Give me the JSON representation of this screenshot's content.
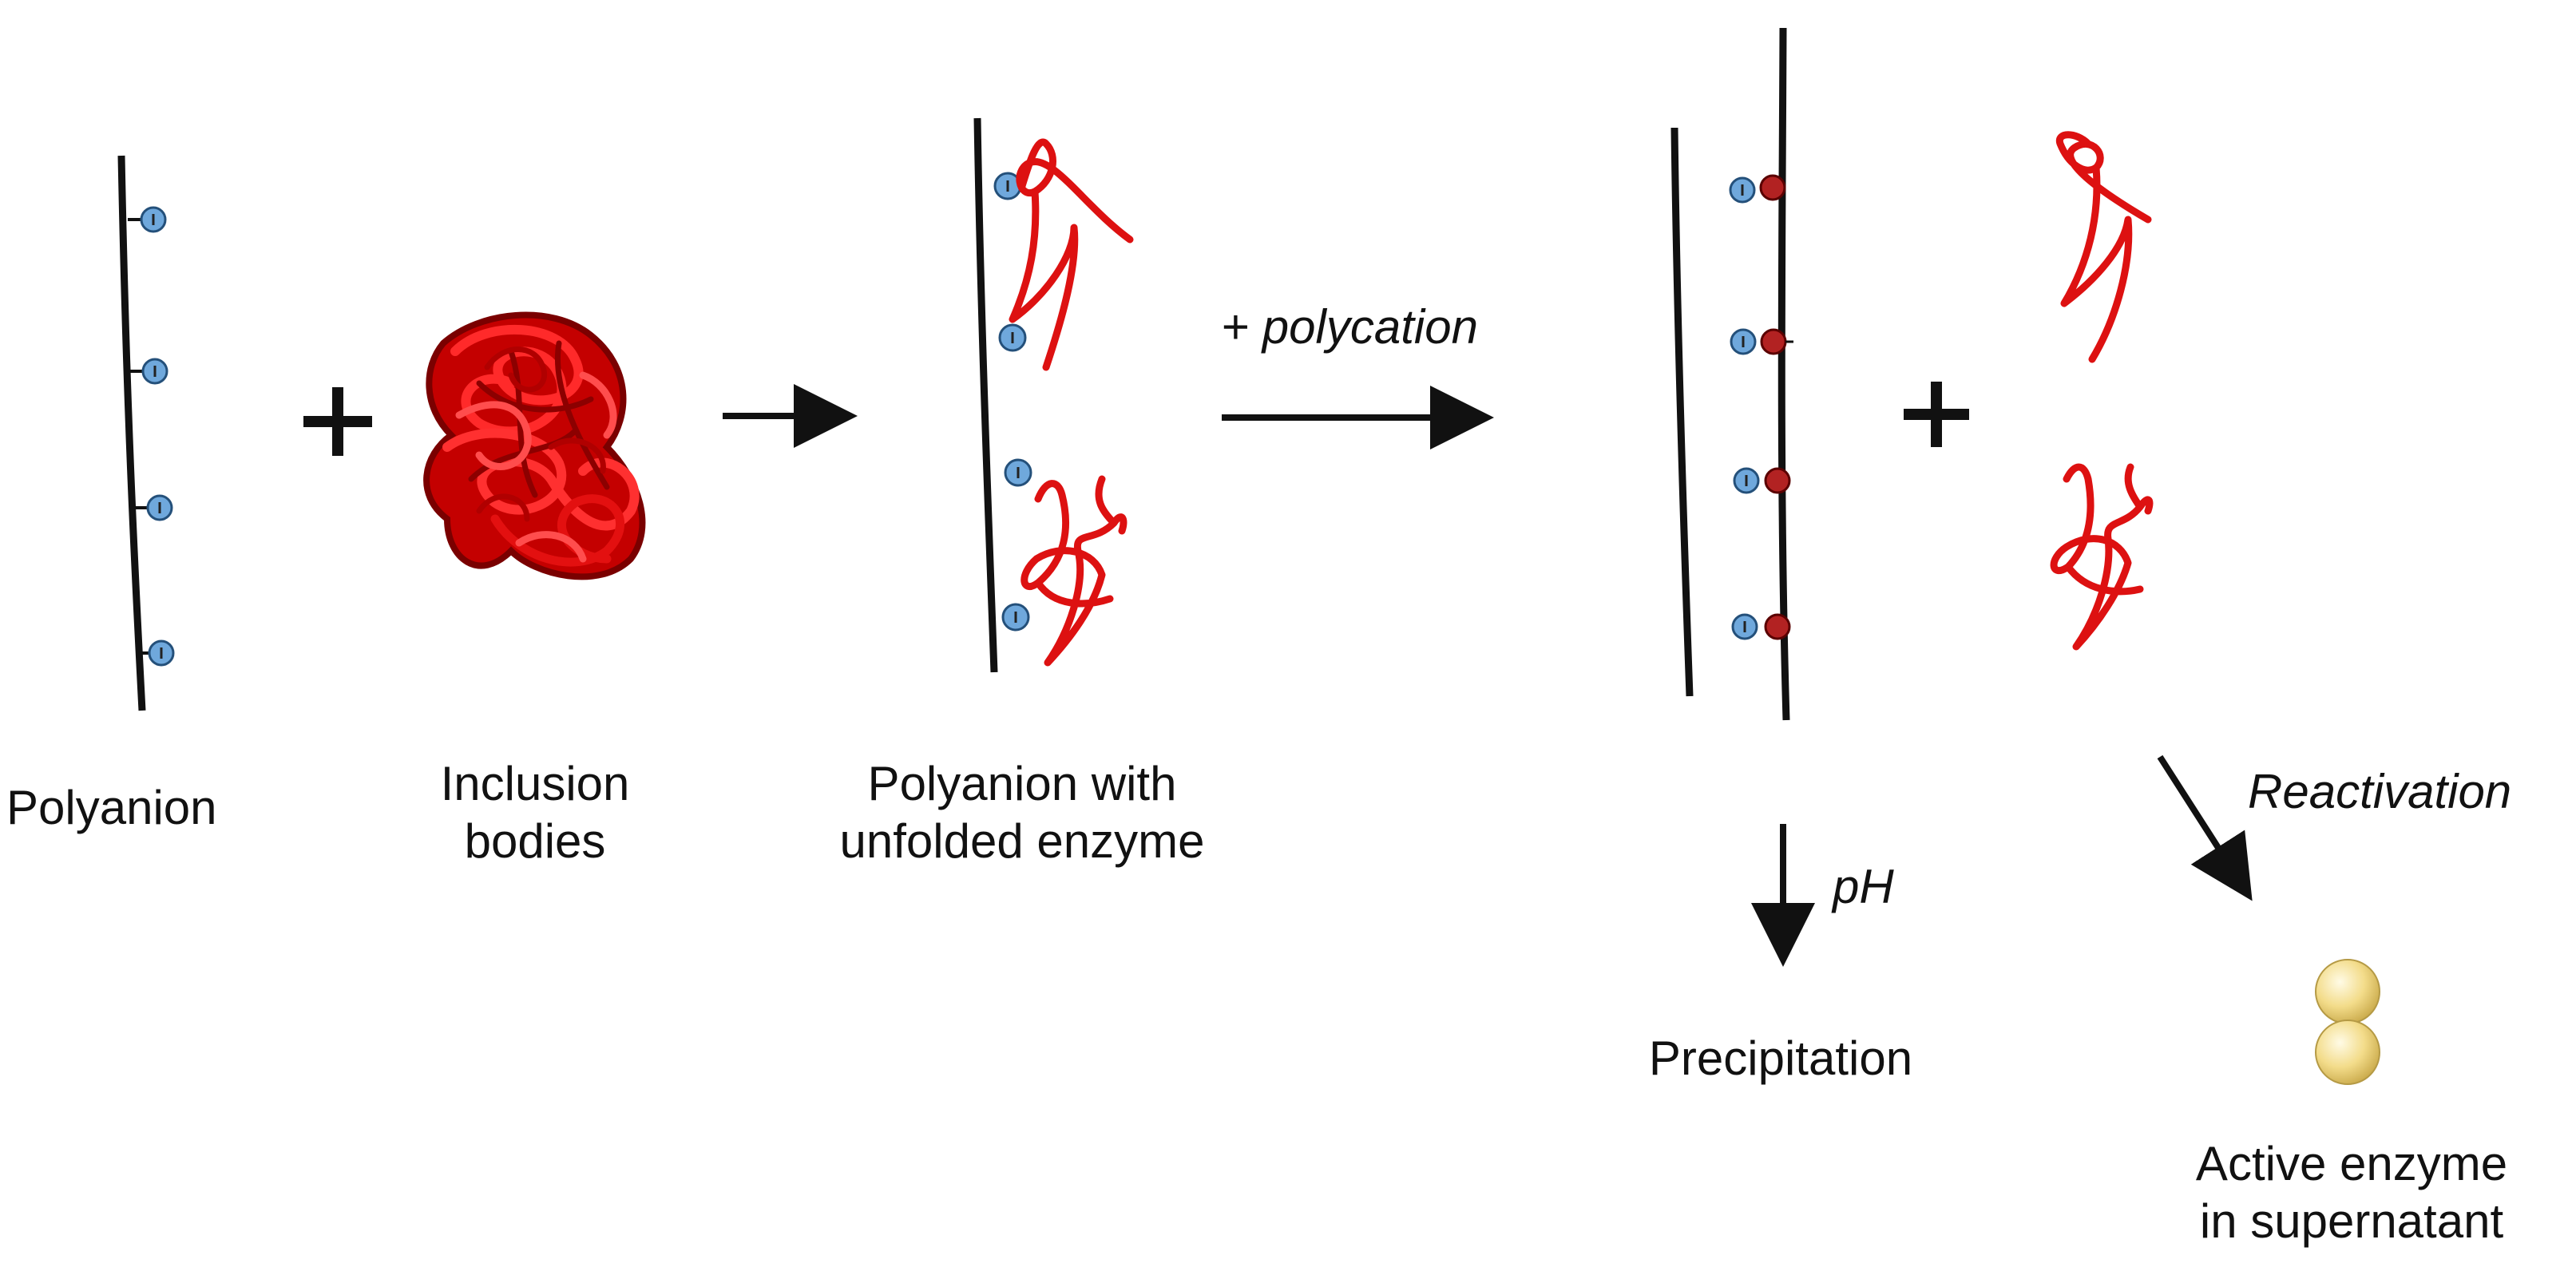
{
  "labels": {
    "polyanion": "Polyanion",
    "inclusion_bodies_line1": "Inclusion",
    "inclusion_bodies_line2": "bodies",
    "complex_line1": "Polyanion with",
    "complex_line2": "unfolded enzyme",
    "polycation": "+ polycation",
    "ph": "pH",
    "precipitation": "Precipitation",
    "reactivation": "Reactivation",
    "active_line1": "Active enzyme",
    "active_line2": "in supernatant"
  },
  "symbols": {
    "plus": "+"
  },
  "colors": {
    "chain": "#111111",
    "anion_bead": "#6fa8dc",
    "cation_bead": "#b22222",
    "enzyme": "#dd1111",
    "active_enzyme": "#f3dc8a"
  }
}
